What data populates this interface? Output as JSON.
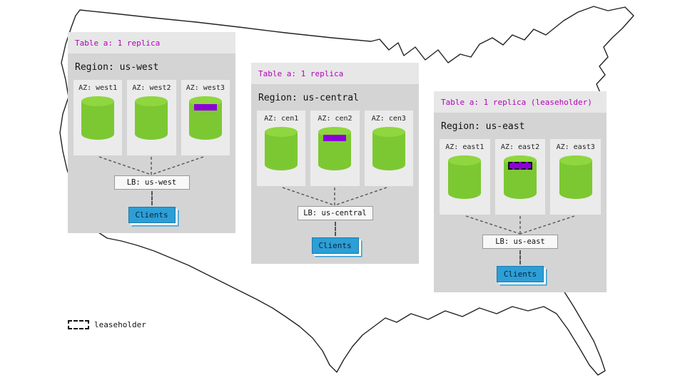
{
  "legend": {
    "label": "leaseholder"
  },
  "colors": {
    "replica_green": "#7cc832",
    "replica_band_purple": "#8c00d8",
    "table_header_text": "#b400bd",
    "clients_blue": "#2d9ed6",
    "region_box_gray": "#d4d4d4",
    "az_box_gray": "#ebebeb",
    "map_outline": "#222222"
  },
  "regions": [
    {
      "table_label": "Table a: 1 replica",
      "region_label": "Region: us-west",
      "azs": [
        {
          "label": "AZ: west1",
          "replica": false,
          "leaseholder": false
        },
        {
          "label": "AZ: west2",
          "replica": false,
          "leaseholder": false
        },
        {
          "label": "AZ: west3",
          "replica": true,
          "leaseholder": false
        }
      ],
      "lb_label": "LB: us-west",
      "clients_label": "Clients"
    },
    {
      "table_label": "Table a: 1 replica",
      "region_label": "Region: us-central",
      "azs": [
        {
          "label": "AZ: cen1",
          "replica": false,
          "leaseholder": false
        },
        {
          "label": "AZ: cen2",
          "replica": true,
          "leaseholder": false
        },
        {
          "label": "AZ: cen3",
          "replica": false,
          "leaseholder": false
        }
      ],
      "lb_label": "LB: us-central",
      "clients_label": "Clients"
    },
    {
      "table_label": "Table a: 1 replica (leaseholder)",
      "region_label": "Region: us-east",
      "azs": [
        {
          "label": "AZ: east1",
          "replica": false,
          "leaseholder": false
        },
        {
          "label": "AZ: east2",
          "replica": true,
          "leaseholder": true
        },
        {
          "label": "AZ: east3",
          "replica": false,
          "leaseholder": false
        }
      ],
      "lb_label": "LB: us-east",
      "clients_label": "Clients"
    }
  ]
}
